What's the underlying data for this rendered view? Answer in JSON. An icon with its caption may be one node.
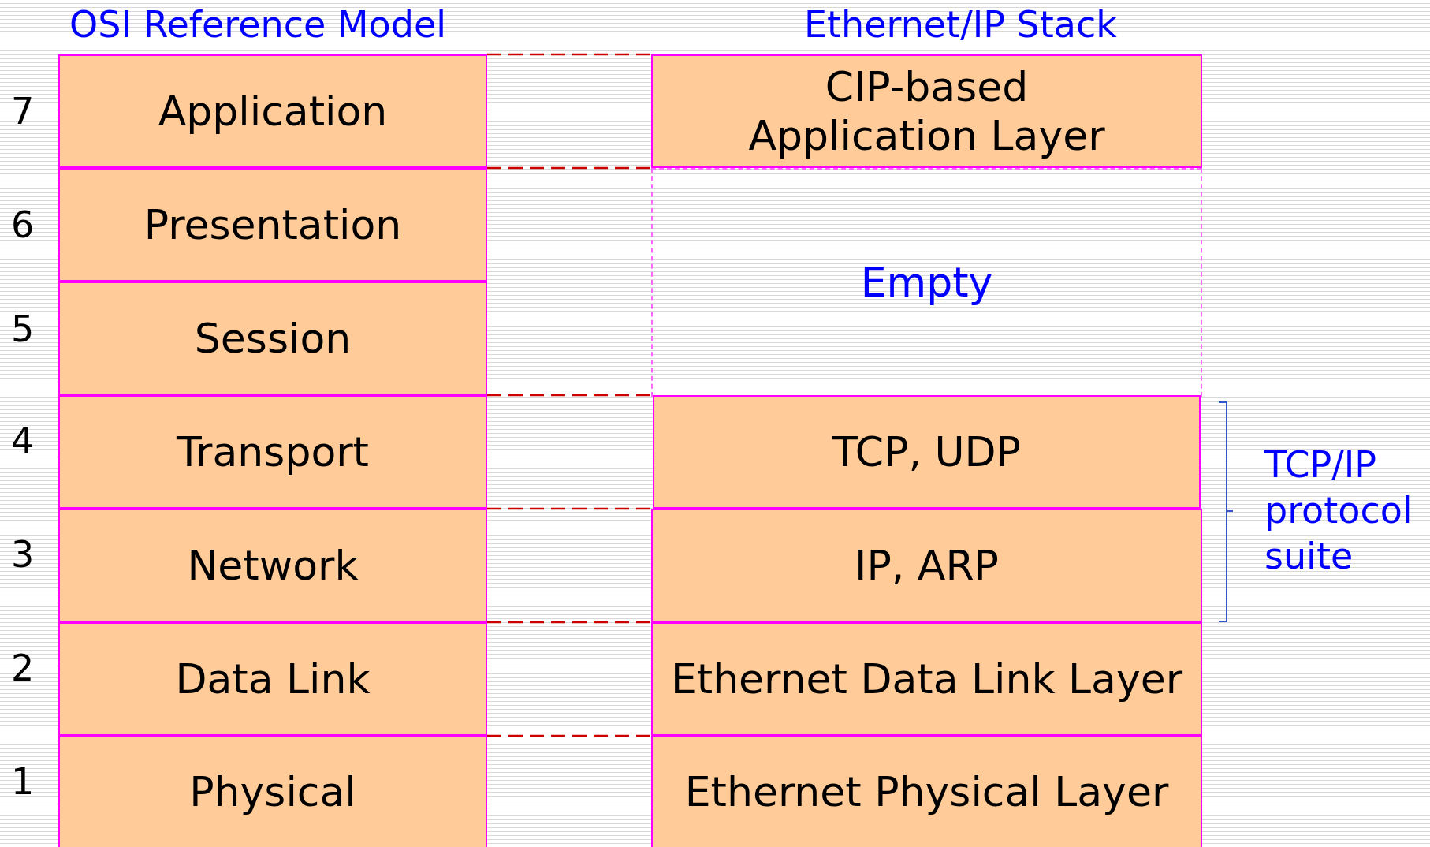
{
  "diagram": {
    "nodes": [
      {
        "text": [
          "Application"
        ]
      },
      {
        "text": [
          "Presentation"
        ]
      },
      {
        "text": [
          "Session"
        ]
      },
      {
        "text": [
          "Transport"
        ]
      },
      {
        "text": [
          "Network"
        ]
      },
      {
        "text": [
          "Data Link"
        ]
      },
      {
        "text": [
          "Physical"
        ]
      },
      {
        "text": [
          "CIP-based Application Layer"
        ]
      },
      {
        "text": [
          "Empty"
        ]
      },
      {
        "text": [
          "TCP, UDP"
        ]
      },
      {
        "text": [
          "IP, ARP"
        ]
      },
      {
        "text": [
          "Ethernet Data Link Layer"
        ]
      },
      {
        "text": [
          "Ethernet Physical Layer"
        ]
      }
    ],
    "edges": [
      {
        "from": 0,
        "to": 7,
        "arrow": "none",
        "style": "dashed",
        "color": "#cc0000"
      },
      {
        "from": 0,
        "to": 7,
        "arrow": "none",
        "style": "dashed",
        "color": "#cc0000"
      },
      {
        "from": 3,
        "to": 9,
        "arrow": "none",
        "style": "dashed",
        "color": "#cc0000"
      },
      {
        "from": 4,
        "to": 10,
        "arrow": "none",
        "style": "dashed",
        "color": "#cc0000"
      },
      {
        "from": 5,
        "to": 11,
        "arrow": "none",
        "style": "dashed",
        "color": "#cc0000"
      },
      {
        "from": 6,
        "to": 12,
        "arrow": "none",
        "style": "dashed",
        "color": "#cc0000"
      }
    ],
    "labels": [
      "OSI Reference Model",
      "Ethernet/IP Stack",
      "7",
      "6",
      "5",
      "4",
      "3",
      "2",
      "1",
      "TCP/IP protocol suite"
    ]
  }
}
